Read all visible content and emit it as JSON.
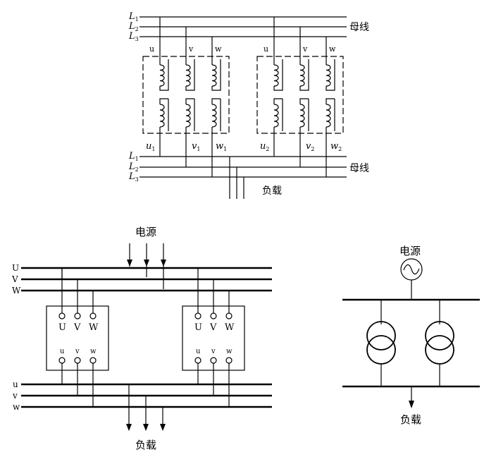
{
  "top": {
    "upper_bus": {
      "labels": [
        "L1",
        "L2",
        "L3"
      ],
      "tag": "母线"
    },
    "lower_bus": {
      "labels": [
        "L1",
        "L2",
        "L3"
      ],
      "tag": "母线"
    },
    "load": "负载",
    "transformers": [
      {
        "primary": [
          "u",
          "v",
          "w"
        ],
        "secondary": [
          "u1",
          "v1",
          "w1"
        ]
      },
      {
        "primary": [
          "u",
          "v",
          "w"
        ],
        "secondary": [
          "u2",
          "v2",
          "w2"
        ]
      }
    ]
  },
  "bottom_left": {
    "source": "电源",
    "load": "负载",
    "upper_bus_labels": [
      "U",
      "V",
      "W"
    ],
    "lower_bus_labels": [
      "u",
      "v",
      "w"
    ],
    "units": [
      {
        "hv": [
          "U",
          "V",
          "W"
        ],
        "lv": [
          "u",
          "v",
          "w"
        ]
      },
      {
        "hv": [
          "U",
          "V",
          "W"
        ],
        "lv": [
          "u",
          "v",
          "w"
        ]
      }
    ]
  },
  "bottom_right": {
    "source": "电源",
    "load": "负载",
    "source_symbol": "ac-source-icon"
  }
}
